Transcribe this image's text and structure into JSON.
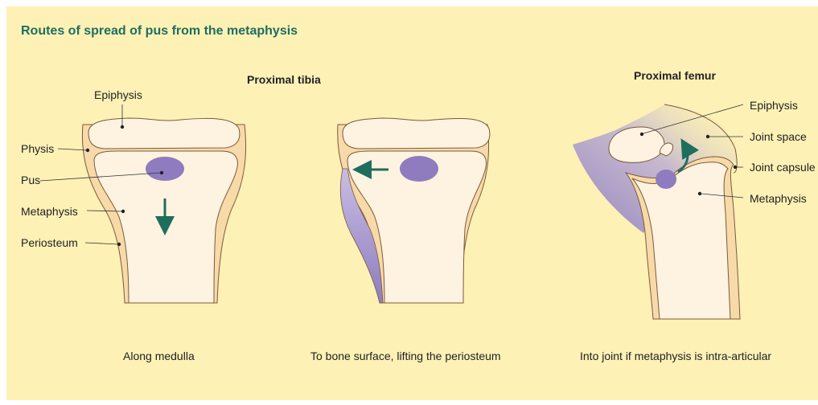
{
  "title": "Routes of spread of pus from the metaphysis",
  "colors": {
    "background": "#fdf1b6",
    "title": "#1e6e5e",
    "arrow": "#1e6e5e",
    "pus": "#8e7cbf",
    "bone": "#fdf3e0",
    "periosteum": "#f8d9a8",
    "outline": "#7a5a3c"
  },
  "subtitles": {
    "tibia": "Proximal tibia",
    "femur": "Proximal femur"
  },
  "labels": {
    "epiphysis": "Epiphysis",
    "physis": "Physis",
    "pus": "Pus",
    "metaphysis": "Metaphysis",
    "periosteum": "Periosteum",
    "femur_epiphysis": "Epiphysis",
    "joint_space": "Joint space",
    "joint_capsule": "Joint capsule",
    "femur_metaphysis": "Metaphysis"
  },
  "captions": {
    "left": "Along medulla",
    "middle": "To bone surface, lifting the periosteum",
    "right": "Into joint if metaphysis is intra-articular"
  }
}
